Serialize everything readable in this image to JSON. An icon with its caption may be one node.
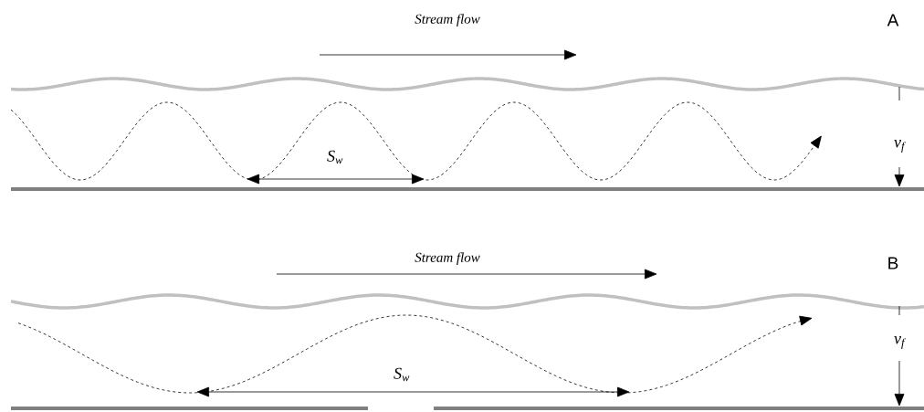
{
  "diagram": {
    "labels": [
      "Stream flow",
      "A",
      "v$_{f}$",
      "S$_{w}$",
      "Stream flow",
      "B",
      "v$_{f}$",
      "S$_{w}$"
    ]
  }
}
